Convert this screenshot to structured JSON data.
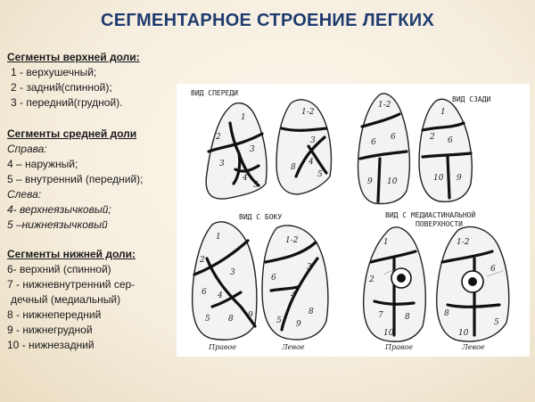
{
  "title": "СЕГМЕНТАРНОЕ СТРОЕНИЕ ЛЕГКИХ",
  "upper": {
    "header": "Сегменты верхней доли:",
    "items": [
      "1 - верхушечный;",
      "2 - задний(спинной);",
      "3 - передний(грудной)."
    ]
  },
  "middle": {
    "header": "Сегменты средней доли",
    "right_label": "Справа:",
    "right_items": [
      "4 – наружный;",
      "5 – внутренний (передний);"
    ],
    "left_label": "Слева:",
    "left_items": [
      "4- верхнеязычковый;",
      "5 –нижнеязычковый"
    ]
  },
  "lower": {
    "header": "Сегменты нижней доли:",
    "items": [
      "6- верхний (спинной)",
      "7 - нижневнутренний сер-",
      "дечный (медиальный)",
      "8 - нижнепередний",
      "9 - нижнегрудной",
      "10 - нижнезадний"
    ]
  },
  "diagram": {
    "labels": {
      "front": "ВИД СПЕРЕДИ",
      "back": "ВИД СЗАДИ",
      "side": "ВИД С БОКУ",
      "medial_1": "ВИД С МЕДИАСТИНАЛЬНОЙ",
      "medial_2": "ПОВЕРХНОСТИ",
      "right_a": "Правое",
      "left_a": "Левое",
      "right_b": "Правое",
      "left_b": "Левое"
    }
  }
}
